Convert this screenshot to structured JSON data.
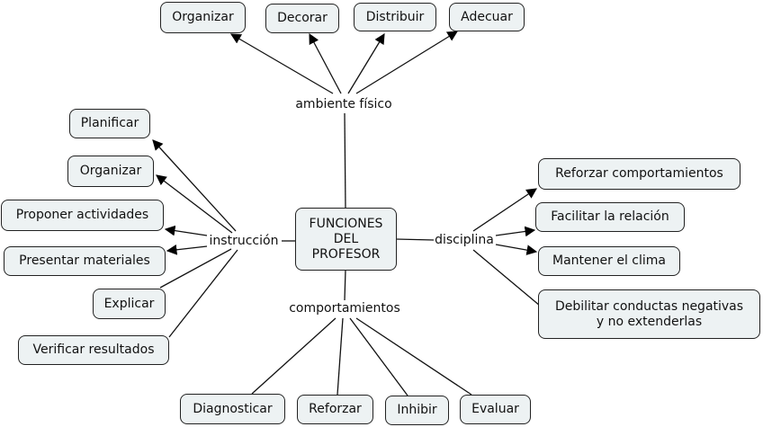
{
  "center": {
    "label": "FUNCIONES\nDEL\nPROFESOR"
  },
  "linking_phrases": {
    "ambiente": "ambiente físico",
    "instruccion": "instrucción",
    "disciplina": "disciplina",
    "comportamientos": "comportamientos"
  },
  "ambiente_items": [
    "Organizar",
    "Decorar",
    "Distribuir",
    "Adecuar"
  ],
  "instruccion_items": [
    "Planificar",
    "Organizar",
    "Proponer actividades",
    "Presentar materiales",
    "Explicar",
    "Verificar resultados"
  ],
  "disciplina_items": [
    "Reforzar comportamientos",
    "Facilitar la relación",
    "Mantener el clima",
    "Debilitar conductas negativas\ny no extenderlas"
  ],
  "comportamientos_items": [
    "Diagnosticar",
    "Reforzar",
    "Inhibir",
    "Evaluar"
  ]
}
